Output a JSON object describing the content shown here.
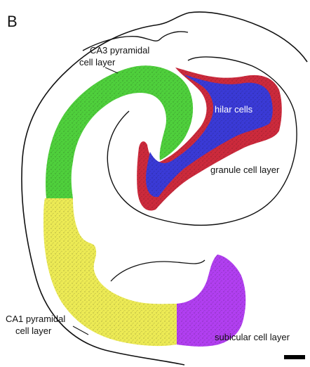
{
  "panel_letter": "B",
  "regions": {
    "ca3": {
      "label_line1": "CA3 pyramidal",
      "label_line2": "cell layer",
      "color": "#4fcf3c"
    },
    "hilar": {
      "label": "hilar cells",
      "color": "#3a3ad6"
    },
    "granule": {
      "label": "granule cell layer",
      "color": "#cc2a3c"
    },
    "ca1": {
      "label_line1": "CA1 pyramidal",
      "label_line2": "cell layer",
      "color": "#ecea55"
    },
    "subicular": {
      "label": "subicular cell layer",
      "color": "#b13ff0"
    }
  },
  "outline_color": "#111111",
  "scale_bar_color": "#000000"
}
